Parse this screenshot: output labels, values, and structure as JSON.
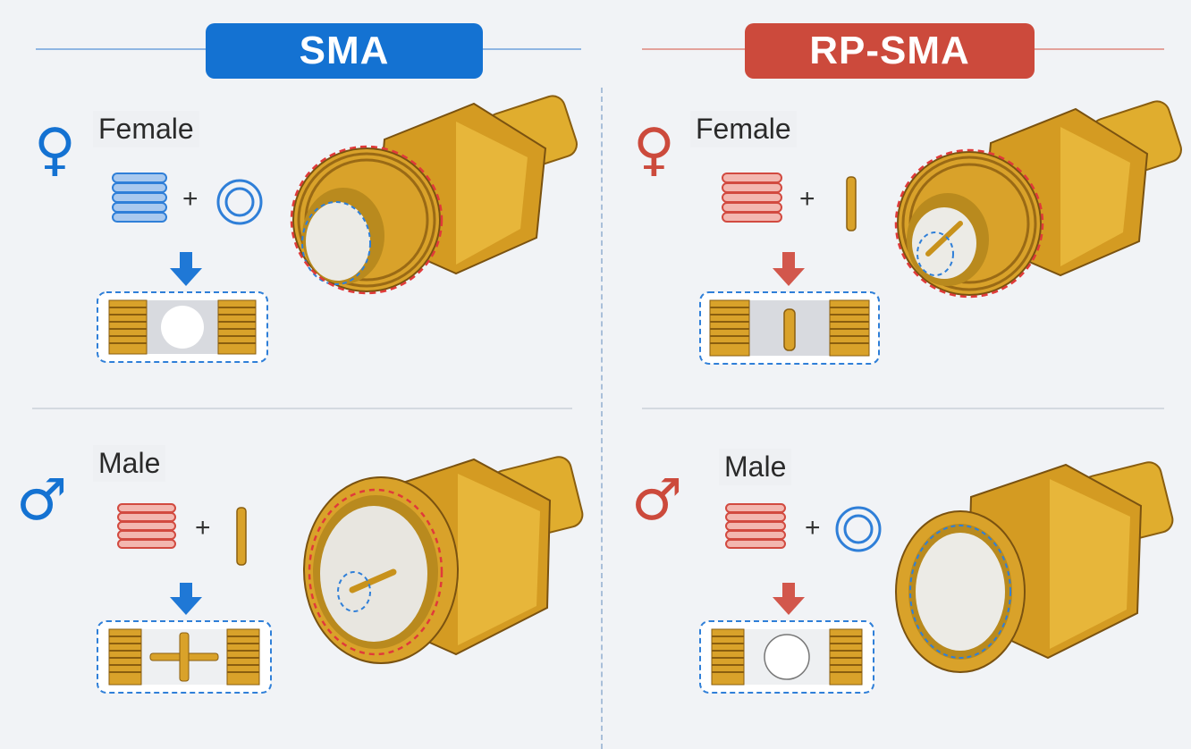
{
  "left": {
    "title": "SMA",
    "color": "#1472d2",
    "female": {
      "label": "Female",
      "symbol": "♀"
    },
    "male": {
      "label": "Male",
      "symbol": "♂"
    }
  },
  "right": {
    "title": "RP-SMA",
    "color": "#cc4a3c",
    "female": {
      "label": "Female",
      "symbol": "♀"
    },
    "male": {
      "label": "Male",
      "symbol": "♂"
    }
  },
  "plus_sign": "+",
  "colors": {
    "gold": "#d9a22a",
    "blue_dash": "#2f7fd8",
    "red_dash": "#e03a3a",
    "bg": "#f1f3f6"
  }
}
